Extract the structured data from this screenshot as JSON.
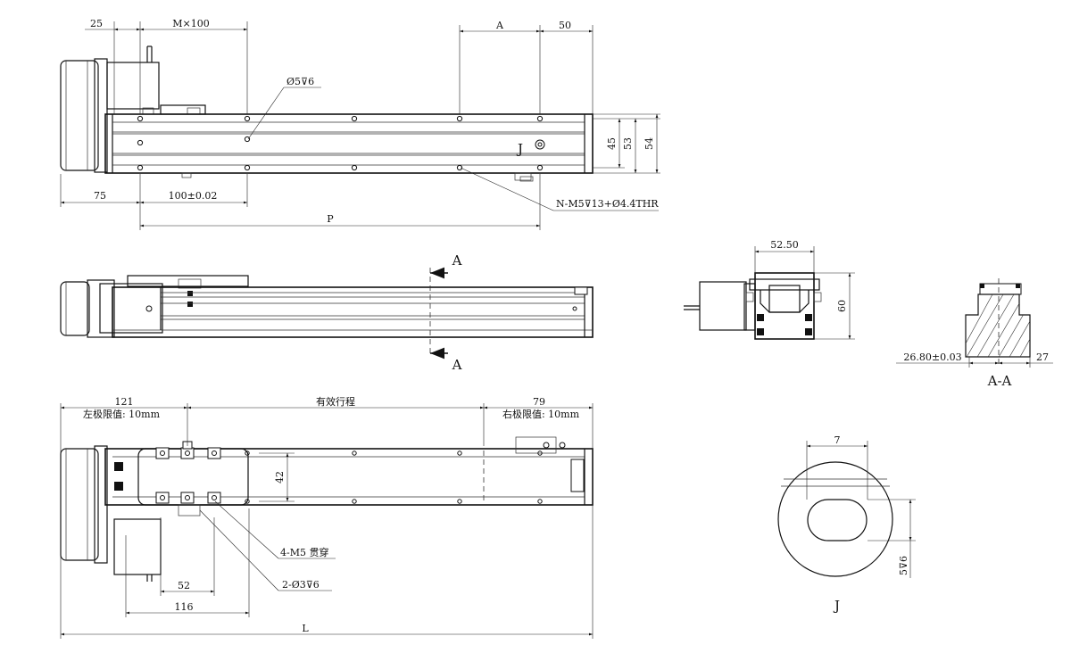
{
  "top_view": {
    "dim_25": "25",
    "dim_m100": "M×100",
    "dim_a": "A",
    "dim_50": "50",
    "dim_75": "75",
    "dim_100_tol": "100±0.02",
    "dim_p": "P",
    "dim_45": "45",
    "dim_53": "53",
    "dim_54": "54",
    "callout_hole": "Ø5⊽6",
    "callout_thread": "N-M5⊽13+Ø4.4THR",
    "detail_marker": "J"
  },
  "side_view": {
    "section_top": "A",
    "section_bottom": "A"
  },
  "bottom_view": {
    "dim_121": "121",
    "left_limit": "左极限值: 10mm",
    "stroke": "有效行程",
    "dim_79": "79",
    "right_limit": "右极限值: 10mm",
    "dim_42": "42",
    "callout_m5": "4-M5 贯穿",
    "callout_pin": "2-Ø3⊽6",
    "dim_52": "52",
    "dim_116": "116",
    "dim_l": "L"
  },
  "end_view": {
    "dim_52_50": "52.50",
    "dim_60": "60"
  },
  "section_aa": {
    "dim_26_80": "26.80±0.03",
    "dim_27": "27",
    "label": "A-A"
  },
  "detail_j": {
    "dim_7": "7",
    "dim_5_6": "5⊽6",
    "label": "J"
  }
}
